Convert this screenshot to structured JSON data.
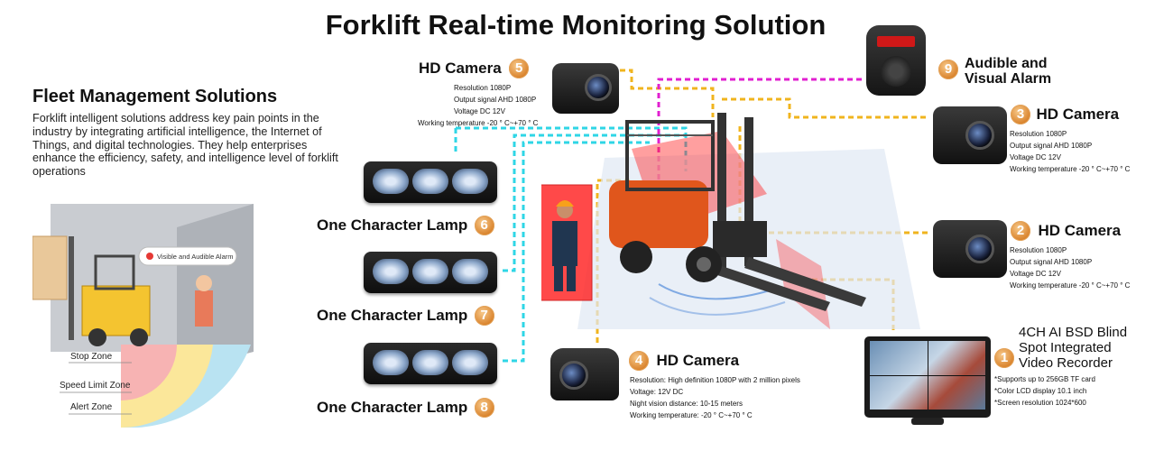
{
  "title": "Forklift Real-time Monitoring Solution",
  "fleet": {
    "heading": "Fleet Management Solutions",
    "description": "Forklift intelligent solutions address key pain points in the industry by integrating artificial intelligence, the Internet of Things, and digital technologies. They help enterprises enhance the efficiency, safety, and intelligence level of forklift operations"
  },
  "illustration": {
    "alarm_tag": "Visible and Audible Alarm",
    "zones": [
      "Stop Zone",
      "Speed Limit Zone",
      "Alert Zone"
    ]
  },
  "components": {
    "cam5": {
      "number": "5",
      "name": "HD Camera",
      "specs": [
        "Resolution 1080P",
        "Output signal AHD 1080P",
        "Voltage DC 12V",
        "Working temperature -20 ° C~+70 ° C"
      ]
    },
    "cam3": {
      "number": "3",
      "name": "HD Camera",
      "specs": [
        "Resolution 1080P",
        "Output signal AHD 1080P",
        "Voltage DC 12V",
        "Working temperature -20 ° C~+70 ° C"
      ]
    },
    "cam2": {
      "number": "2",
      "name": "HD Camera",
      "specs": [
        "Resolution 1080P",
        "Output signal AHD 1080P",
        "Voltage DC 12V",
        "Working temperature -20 ° C~+70 ° C"
      ]
    },
    "cam4": {
      "number": "4",
      "name": "HD Camera",
      "specs": [
        "Resolution: High definition 1080P with 2 million pixels",
        "Voltage: 12V DC",
        "Night vision distance: 10-15 meters",
        "Working temperature: -20 ° C~+70 ° C"
      ]
    },
    "alarm9": {
      "number": "9",
      "name_line1": "Audible and",
      "name_line2": "Visual Alarm"
    },
    "recorder1": {
      "number": "1",
      "name_line1": "4CH AI BSD Blind",
      "name_line2": "Spot Integrated",
      "name_line3": "Video Recorder",
      "specs": [
        "*Supports up to 256GB TF card",
        "*Color LCD display 10.1 inch",
        "*Screen resolution 1024*600"
      ]
    },
    "lamp6": {
      "number": "6",
      "name": "One Character Lamp"
    },
    "lamp7": {
      "number": "7",
      "name": "One Character Lamp"
    },
    "lamp8": {
      "number": "8",
      "name": "One Character Lamp"
    }
  },
  "colors": {
    "cyan_line": "#2fd6e6",
    "yellow_line": "#f0b41e",
    "magenta_line": "#e11fd0",
    "badge": "#d9822b",
    "forklift": "#e0561c"
  }
}
